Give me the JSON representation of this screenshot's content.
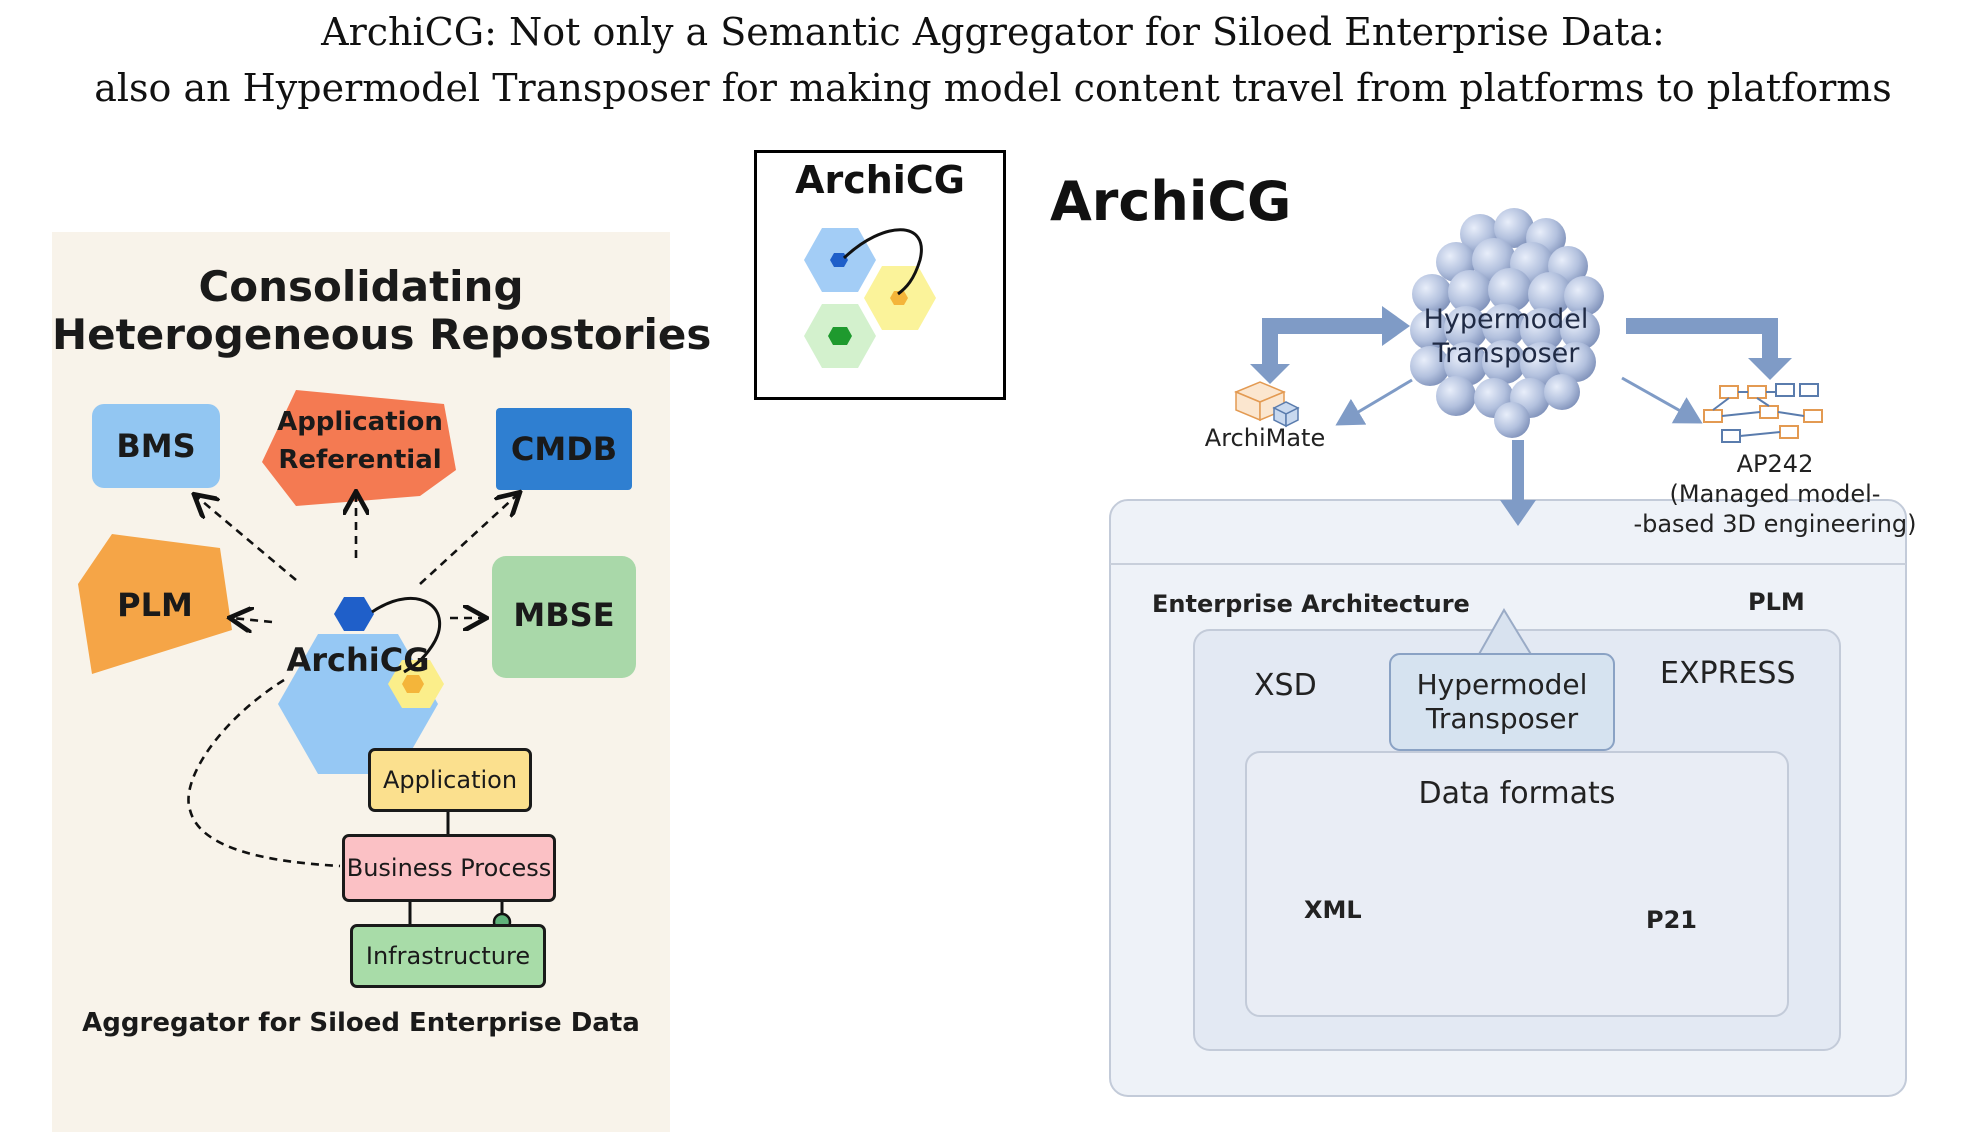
{
  "header": {
    "title_line1": "ArchiCG: Not only  a Semantic Aggregator for Siloed Enterprise Data:",
    "title_line2": "also an Hypermodel Transposer for making model content travel from platforms to platforms"
  },
  "left_panel": {
    "title_line1": "Consolidating",
    "title_line2": "Heterogeneous Repostories",
    "nodes": {
      "bms": "BMS",
      "application_referential_line1": "Application",
      "application_referential_line2": "Referential",
      "cmdb": "CMDB",
      "plm": "PLM",
      "mbse": "MBSE",
      "archicg": "ArchiCG"
    },
    "layers": {
      "application": "Application",
      "business_process": "Business Process",
      "infrastructure": "Infrastructure"
    },
    "caption": "Aggregator for Siloed Enterprise Data",
    "colors": {
      "bms": "#92c6f2",
      "application_referential": "#f47a52",
      "cmdb": "#2f7fd1",
      "plm": "#f5a547",
      "mbse": "#a9d8a9",
      "archicg_hex": "#96c8f4",
      "application": "#fbe08e",
      "business_process": "#fbc1c5",
      "infrastructure": "#a8dca8"
    }
  },
  "logo": {
    "label": "ArchiCG",
    "colors": {
      "blue": "#a3cdf6",
      "yellow": "#fbf39a",
      "green": "#d3f1cd"
    }
  },
  "right_panel": {
    "title": "ArchiCG",
    "hypermodel_line1": "Hypermodel",
    "hypermodel_line2": "Transposer",
    "archimate": "ArchiMate",
    "ap242_line1": "AP242",
    "ap242_line2": "(Managed model-",
    "ap242_line3": "-based 3D engineering)",
    "enterprise_architecture": "Enterprise Architecture",
    "plm": "PLM",
    "xsd": "XSD",
    "express": "EXPRESS",
    "inner_hypermodel_line1": "Hypermodel",
    "inner_hypermodel_line2": "Transposer",
    "data_formats": "Data formats",
    "xml": "XML",
    "p21": "P21"
  }
}
